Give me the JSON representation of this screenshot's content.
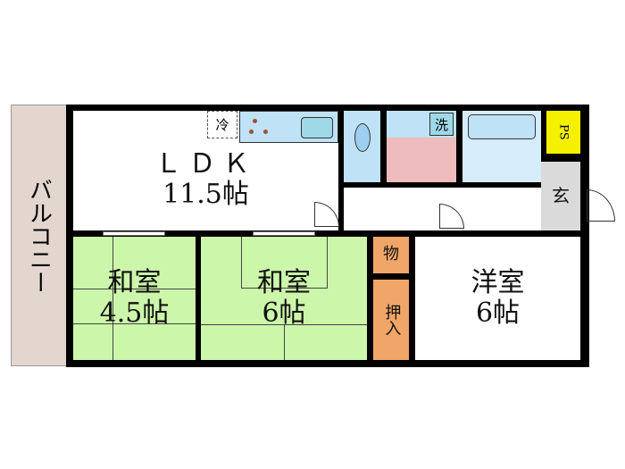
{
  "rooms": {
    "balcony": "バルコニー",
    "ldk_name": "ＬＤＫ",
    "ldk_size": "11.5帖",
    "fridge": "冷",
    "washer": "洗",
    "ps": "PS",
    "entrance": "玄",
    "washitsu1_name": "和室",
    "washitsu1_size": "4.5帖",
    "washitsu2_name": "和室",
    "washitsu2_size": "6帖",
    "storage": "物",
    "closet": "押入",
    "youshitsu_name": "洋室",
    "youshitsu_size": "6帖"
  },
  "colors": {
    "tatami": "#ccf7aa",
    "water": "#bfe2f7",
    "wash": "#eebcbc",
    "closet": "#f0a668",
    "ps": "#f4f000",
    "entrance": "#dadada",
    "balcony": "#e3d6cf"
  }
}
